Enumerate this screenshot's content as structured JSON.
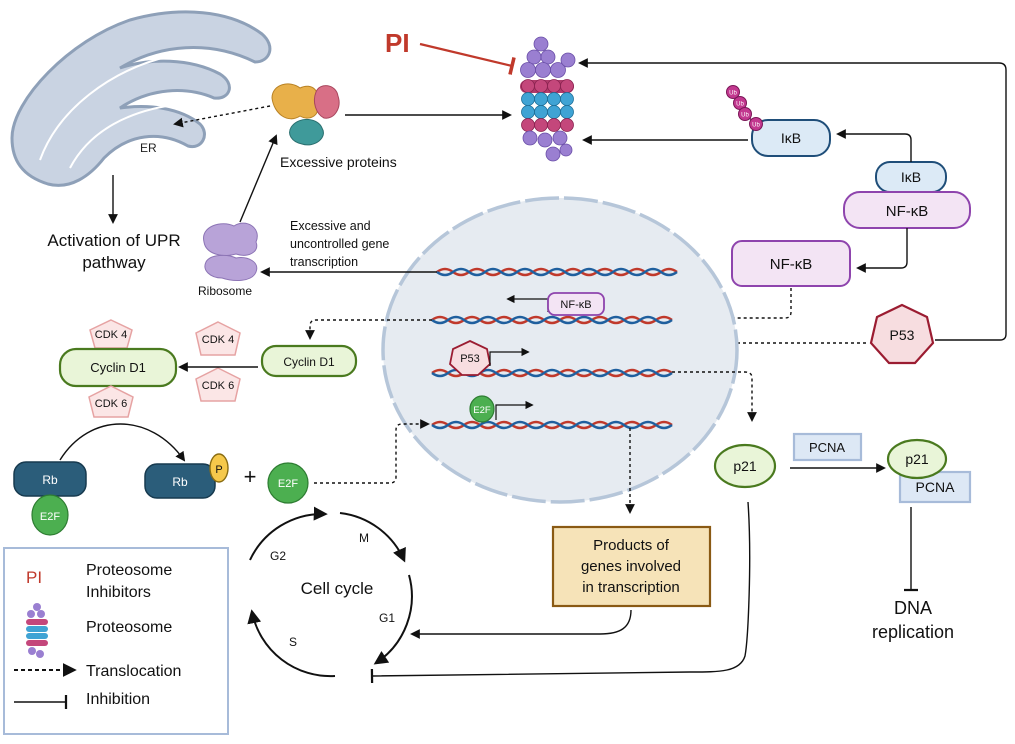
{
  "labels": {
    "pi": "PI",
    "er": "ER",
    "excessive_proteins": "Excessive proteins",
    "upr_line1": "Activation of UPR",
    "upr_line2": "pathway",
    "ribosome": "Ribosome",
    "transcription_line1": "Excessive and",
    "transcription_line2": "uncontrolled gene",
    "transcription_line3": "transcription",
    "ikb": "IκB",
    "nfkb": "NF-κB",
    "p53": "P53",
    "cdk4": "CDK 4",
    "cdk6": "CDK 6",
    "cyclin_d1": "Cyclin D1",
    "rb": "Rb",
    "phosphate": "P",
    "plus": "+",
    "e2f": "E2F",
    "products_line1": "Products of",
    "products_line2": "genes involved",
    "products_line3": "in transcription",
    "p21": "p21",
    "pcna": "PCNA",
    "dna_line1": "DNA",
    "dna_line2": "replication",
    "cell_cycle": "Cell cycle",
    "phase_g2": "G2",
    "phase_m": "M",
    "phase_g1": "G1",
    "phase_s": "S",
    "ub": "Ub"
  },
  "legend": {
    "pi_symbol": "PI",
    "pi_label_line1": "Proteosome",
    "pi_label_line2": "Inhibitors",
    "proteosome_label": "Proteosome",
    "translocation_label": "Translocation",
    "inhibition_label": "Inhibition"
  },
  "colors": {
    "pi_red": "#c0392b",
    "er_fill": "#c9d3e2",
    "nucleus_fill": "#e6ebf1",
    "ikb_fill": "#dceaf6",
    "ikb_stroke": "#1f4e79",
    "nfkb_fill": "#f3e4f4",
    "nfkb_stroke": "#8e44ad",
    "p53_fill": "#f7dde0",
    "p53_stroke": "#9b1c31",
    "cyclin_fill": "#e9f5d8",
    "cyclin_stroke": "#4a7a1f",
    "cdk_fill": "#fbe6e6",
    "cdk_stroke": "#e6a3a3",
    "rb_fill": "#2b5d7a",
    "e2f_fill": "#4caf50",
    "pcna_fill": "#dde8f5",
    "products_fill": "#f6e3b8",
    "products_stroke": "#8a5a14",
    "legend_border": "#a7bbd9"
  }
}
